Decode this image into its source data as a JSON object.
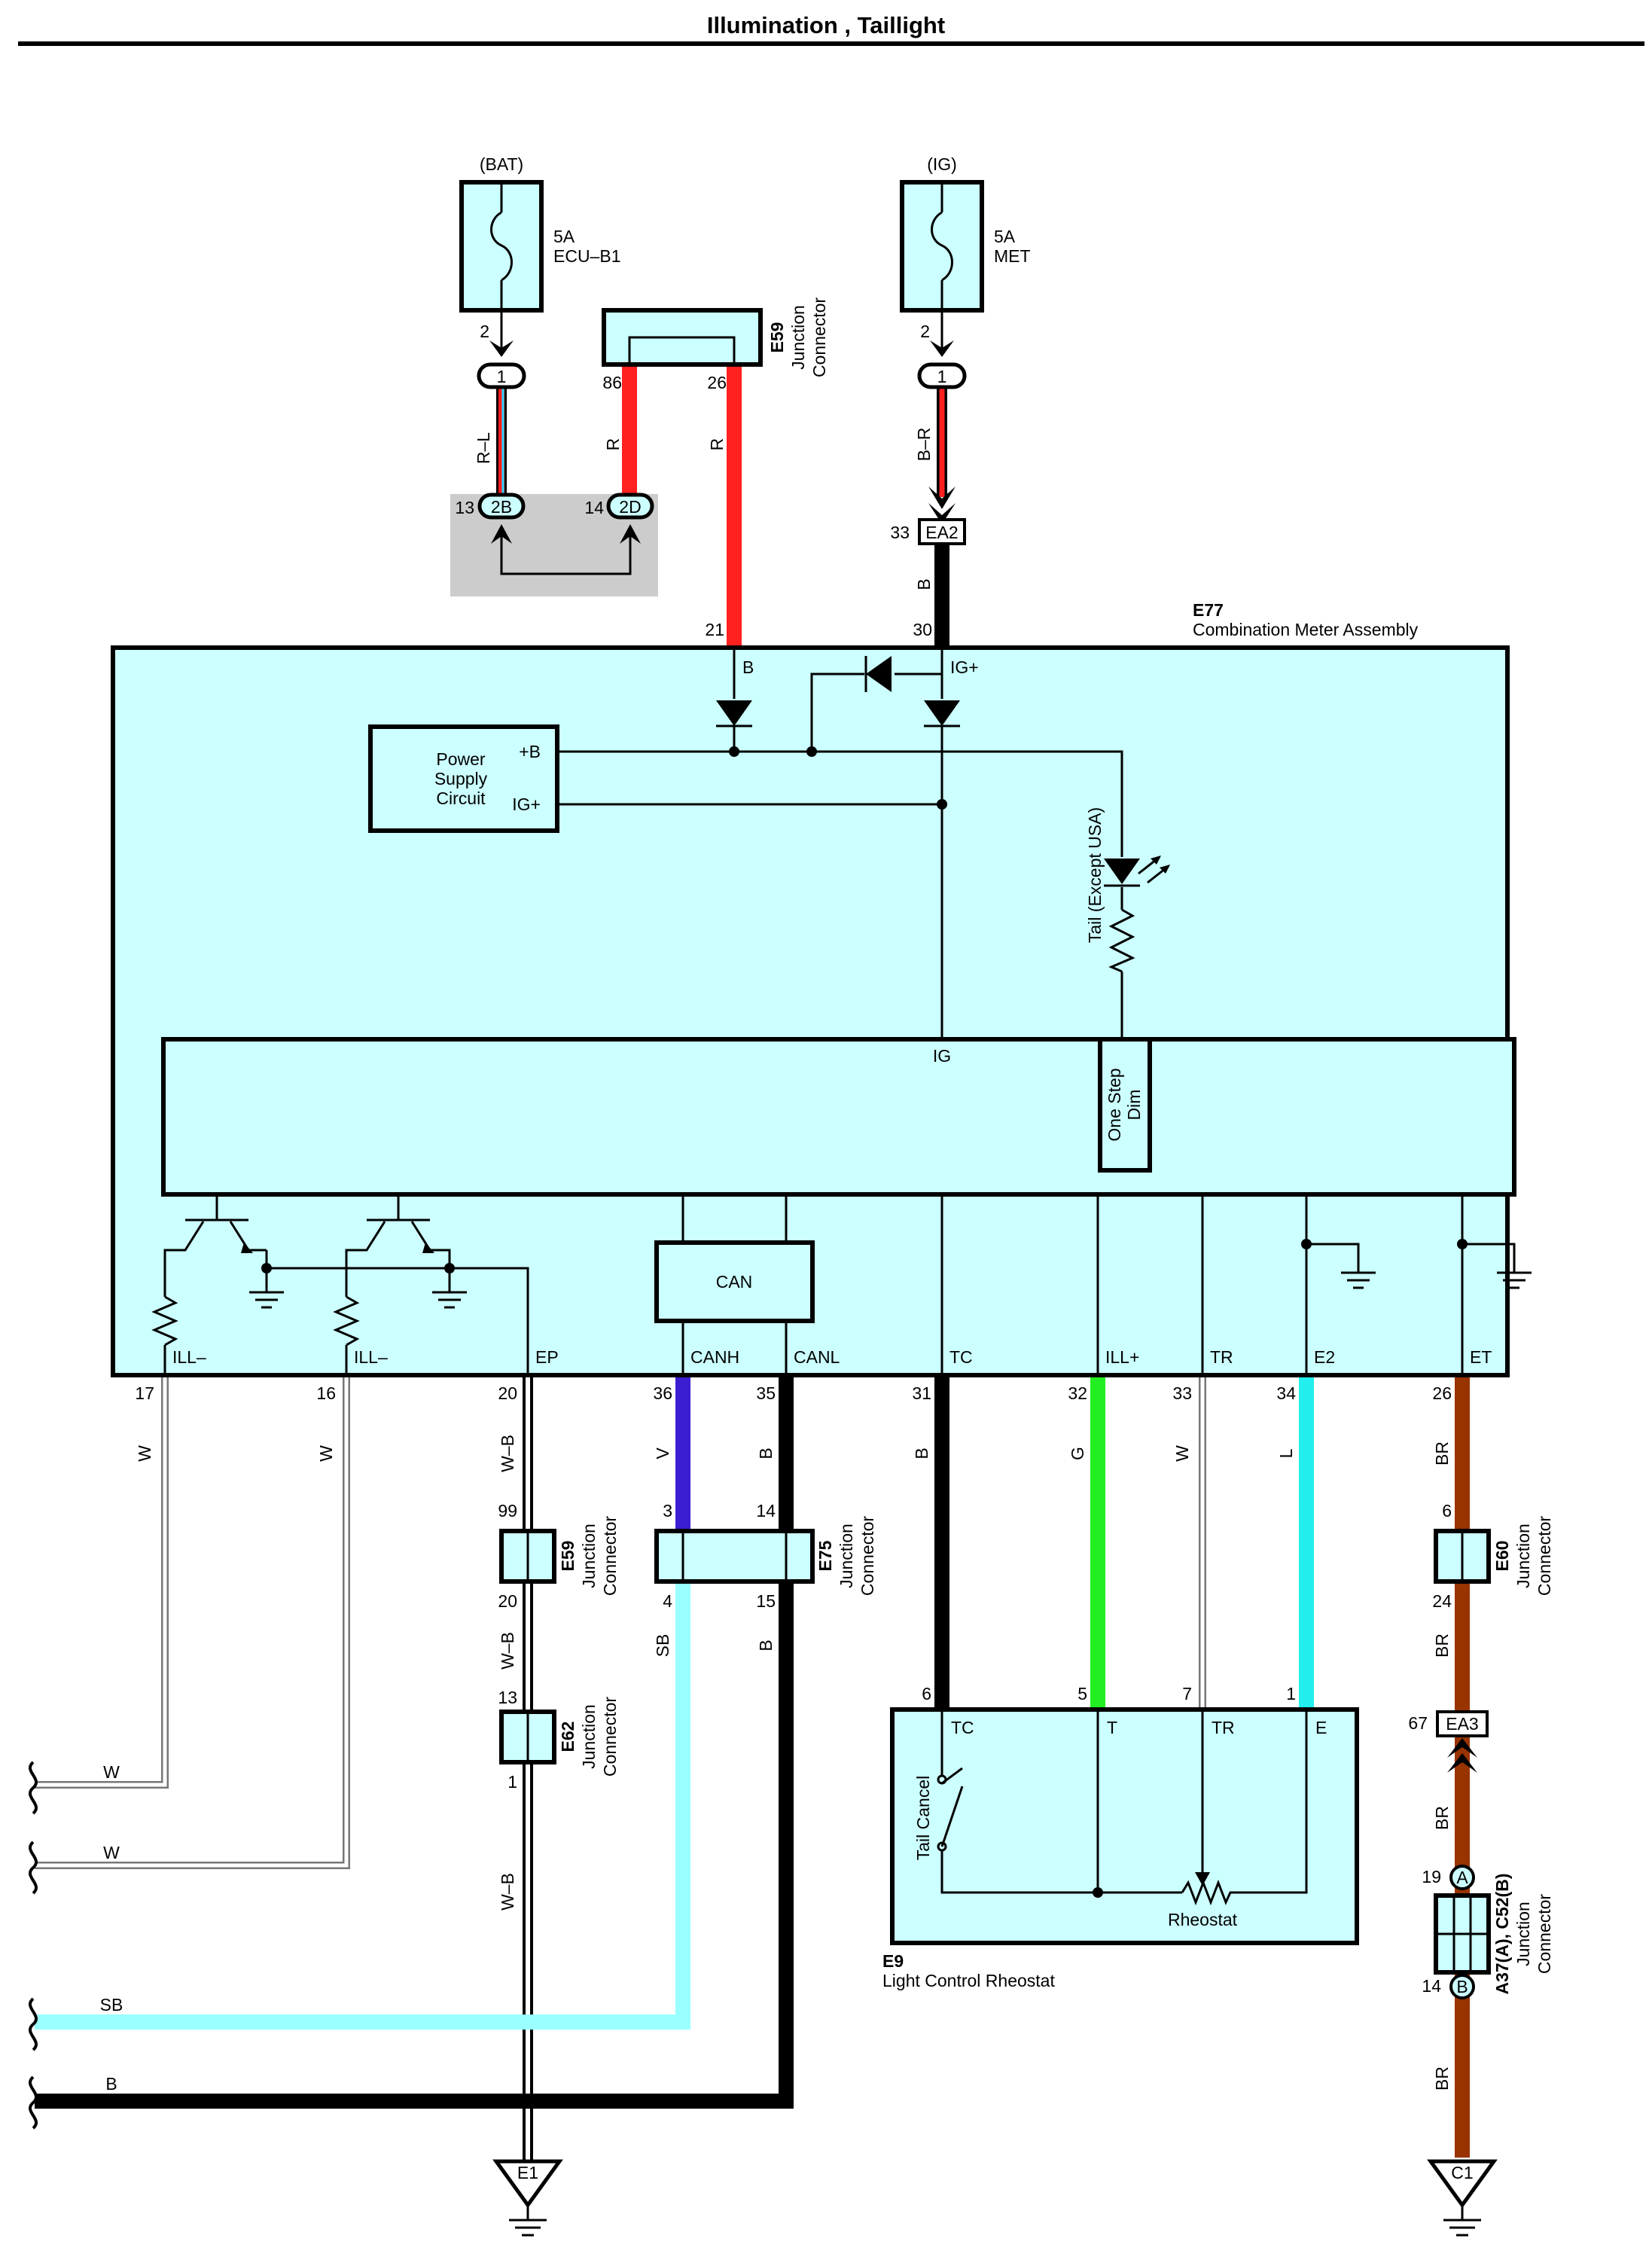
{
  "title": "Illumination , Taillight",
  "colors": {
    "box_fill": "#ccffff",
    "red": "#ff2020",
    "black": "#000000",
    "violet": "#3c1ed2",
    "green": "#22ee22",
    "light_blue": "#22eeee",
    "sky_blue": "#99ffff",
    "brown": "#993300",
    "gray_area": "#cccccc"
  },
  "fuses": {
    "bat": {
      "source": "(BAT)",
      "rating": "5A",
      "name": "ECU–B1",
      "pin": "2",
      "conn": "1",
      "wire": "R–L"
    },
    "ig": {
      "source": "(IG)",
      "rating": "5A",
      "name": "MET",
      "pin": "2",
      "conn": "1",
      "wire": "B–R"
    }
  },
  "junction_top": {
    "code": "E59",
    "label1": "Junction",
    "label2": "Connector",
    "pin_left": "86",
    "pin_right": "26",
    "wire_left": "R",
    "wire_right": "R"
  },
  "gray_block": {
    "pin_left": "13",
    "conn_left": "2B",
    "pin_right": "14",
    "conn_right": "2D"
  },
  "ea2": {
    "pin": "33",
    "name": "EA2",
    "wire": "B"
  },
  "meter": {
    "code": "E77",
    "name": "Combination Meter Assembly",
    "pin_b": "21",
    "label_b": "B",
    "pin_ig": "30",
    "label_ig": "IG+",
    "power_supply": [
      "Power",
      "Supply",
      "Circuit"
    ],
    "ps_b": "+B",
    "ps_ig": "IG+",
    "tail_led": "Tail (Except USA)",
    "ig_label": "IG",
    "one_step": [
      "One Step",
      "Dim"
    ],
    "can": "CAN",
    "terminals": [
      "ILL–",
      "ILL–",
      "EP",
      "CANH",
      "CANL",
      "TC",
      "ILL+",
      "TR",
      "E2",
      "ET"
    ],
    "pins": [
      "17",
      "16",
      "20",
      "36",
      "35",
      "31",
      "32",
      "33",
      "34",
      "26"
    ]
  },
  "wires": {
    "ill1": "W",
    "ill2": "W",
    "ep": "W–B",
    "canh": "V",
    "canl": "B",
    "tc": "B",
    "ill_plus": "G",
    "tr": "W",
    "e2": "L",
    "et": "BR"
  },
  "e59_low": {
    "code": "E59",
    "label1": "Junction",
    "label2": "Connector",
    "pin_top": "99",
    "pin_bottom": "20",
    "wire_below": "W–B"
  },
  "e62": {
    "code": "E62",
    "label1": "Junction",
    "label2": "Connector",
    "pin_top": "13",
    "pin_bottom": "1",
    "wire_below": "W–B"
  },
  "e75": {
    "code": "E75",
    "label1": "Junction",
    "label2": "Connector",
    "pin_tl": "3",
    "pin_tr": "14",
    "pin_bl": "4",
    "pin_br": "15",
    "wire_left": "SB",
    "wire_right": "B"
  },
  "e60": {
    "code": "E60",
    "label1": "Junction",
    "label2": "Connector",
    "pin_top": "6",
    "pin_bottom": "24",
    "wire_below": "BR"
  },
  "ea3": {
    "pin": "67",
    "name": "EA3",
    "wire": "BR"
  },
  "a37": {
    "code": "A37(A), C52(B)",
    "label1": "Junction",
    "label2": "Connector",
    "pin_top": "19",
    "conn_top": "A",
    "pin_bottom": "14",
    "conn_bottom": "B",
    "wire_below": "BR"
  },
  "rheostat": {
    "code": "E9",
    "name": "Light Control Rheostat",
    "terminals": [
      "TC",
      "T",
      "TR",
      "E"
    ],
    "pins": [
      "6",
      "5",
      "7",
      "1"
    ],
    "switch": "Tail Cancel",
    "resistor": "Rheostat"
  },
  "left_wires": [
    "W",
    "W",
    "SB",
    "B"
  ],
  "grounds": {
    "left": "E1",
    "right": "C1"
  }
}
